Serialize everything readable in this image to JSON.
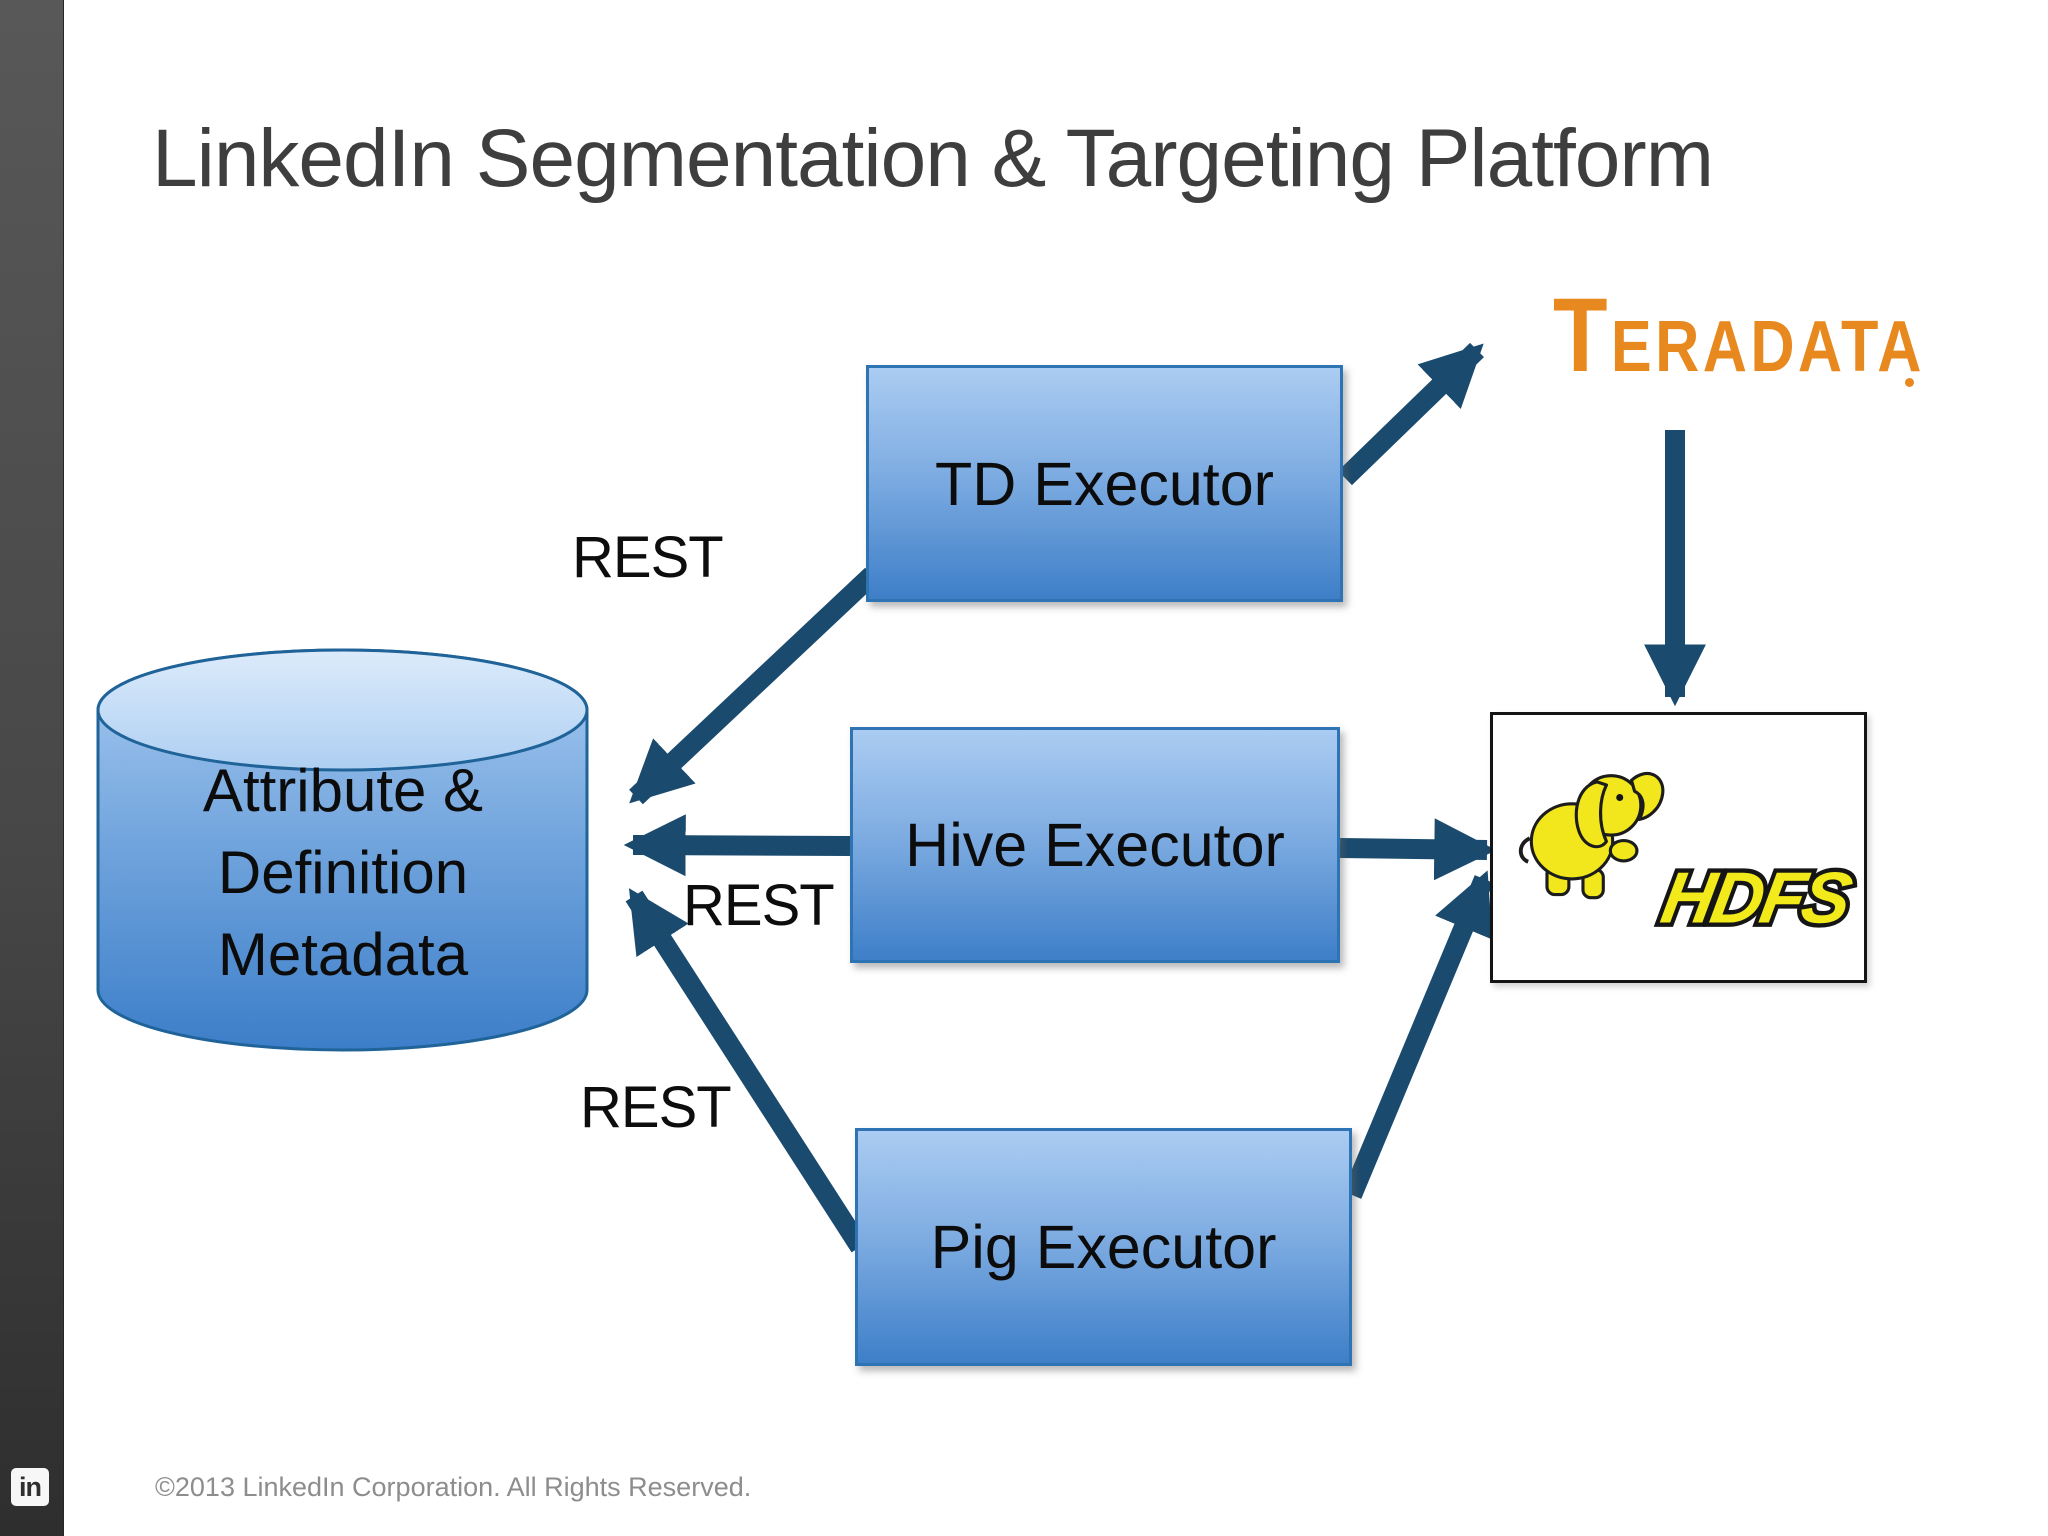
{
  "slide": {
    "title": "LinkedIn Segmentation & Targeting Platform",
    "footer": "©2013 LinkedIn Corporation. All Rights Reserved.",
    "brand_badge": "in"
  },
  "diagram": {
    "metadata_store": {
      "label": "Attribute & Definition Metadata",
      "lines": [
        "Attribute &",
        "Definition",
        "Metadata"
      ]
    },
    "executors": {
      "td": "TD Executor",
      "hive": "Hive Executor",
      "pig": "Pig Executor"
    },
    "rest_labels": {
      "td": "REST",
      "hive": "REST",
      "pig": "REST"
    },
    "logos": {
      "teradata": "TERADATA",
      "hdfs": "HDFS"
    },
    "colors": {
      "arrow": "#1a4a6e",
      "box_border": "#2e74b5",
      "teradata_orange": "#e8891f",
      "hdfs_yellow": "#f2ea1a",
      "title_gray": "#3e3e3e",
      "footer_gray": "#8d8d8d"
    }
  }
}
